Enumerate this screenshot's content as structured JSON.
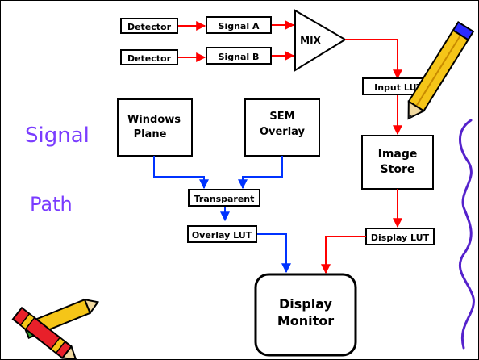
{
  "side_title": {
    "line1": "Signal",
    "line2": "Path"
  },
  "blocks": {
    "detector_a": "Detector",
    "detector_b": "Detector",
    "signal_a": "Signal A",
    "signal_b": "Signal B",
    "mix": "MIX",
    "input_lut": "Input LUT",
    "windows_plane": [
      "Windows",
      "Plane"
    ],
    "sem_overlay": [
      "SEM",
      "Overlay"
    ],
    "image_store": [
      "Image",
      "Store"
    ],
    "transparent": "Transparent",
    "overlay_lut": "Overlay LUT",
    "display_lut": "Display LUT",
    "display_monitor": [
      "Display",
      "Monitor"
    ]
  },
  "colors": {
    "signal_arrows": "#ff0000",
    "overlay_arrows": "#0033ff",
    "side_text": "#7a3cff",
    "wavy_line": "#5522cc"
  },
  "icons": [
    "pencil-icon",
    "crayons-icon"
  ]
}
